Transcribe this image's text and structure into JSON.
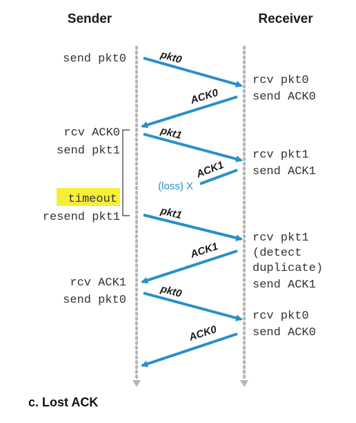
{
  "headers": {
    "sender": "Sender",
    "receiver": "Receiver"
  },
  "sender_events": [
    "send pkt0",
    "rcv ACK0",
    "send pkt1",
    "timeout",
    "resend pkt1",
    "rcv ACK1",
    "send pkt0"
  ],
  "receiver_events": [
    "rcv pkt0",
    "send ACK0",
    "rcv pkt1",
    "send ACK1",
    "rcv pkt1",
    "(detect",
    "duplicate)",
    "send ACK1",
    "rcv pkt0",
    "send ACK0"
  ],
  "messages": [
    "pkt0",
    "ACK0",
    "pkt1",
    "ACK1",
    "pkt1",
    "ACK1",
    "pkt0",
    "ACK0"
  ],
  "loss_label": "(loss) X",
  "caption": "c. Lost ACK",
  "colors": {
    "arrow": "#2a8fc8",
    "timeline_dots": "#b5b5b5",
    "highlight": "#f7ee3a",
    "loss_text": "#2a8fc8"
  }
}
